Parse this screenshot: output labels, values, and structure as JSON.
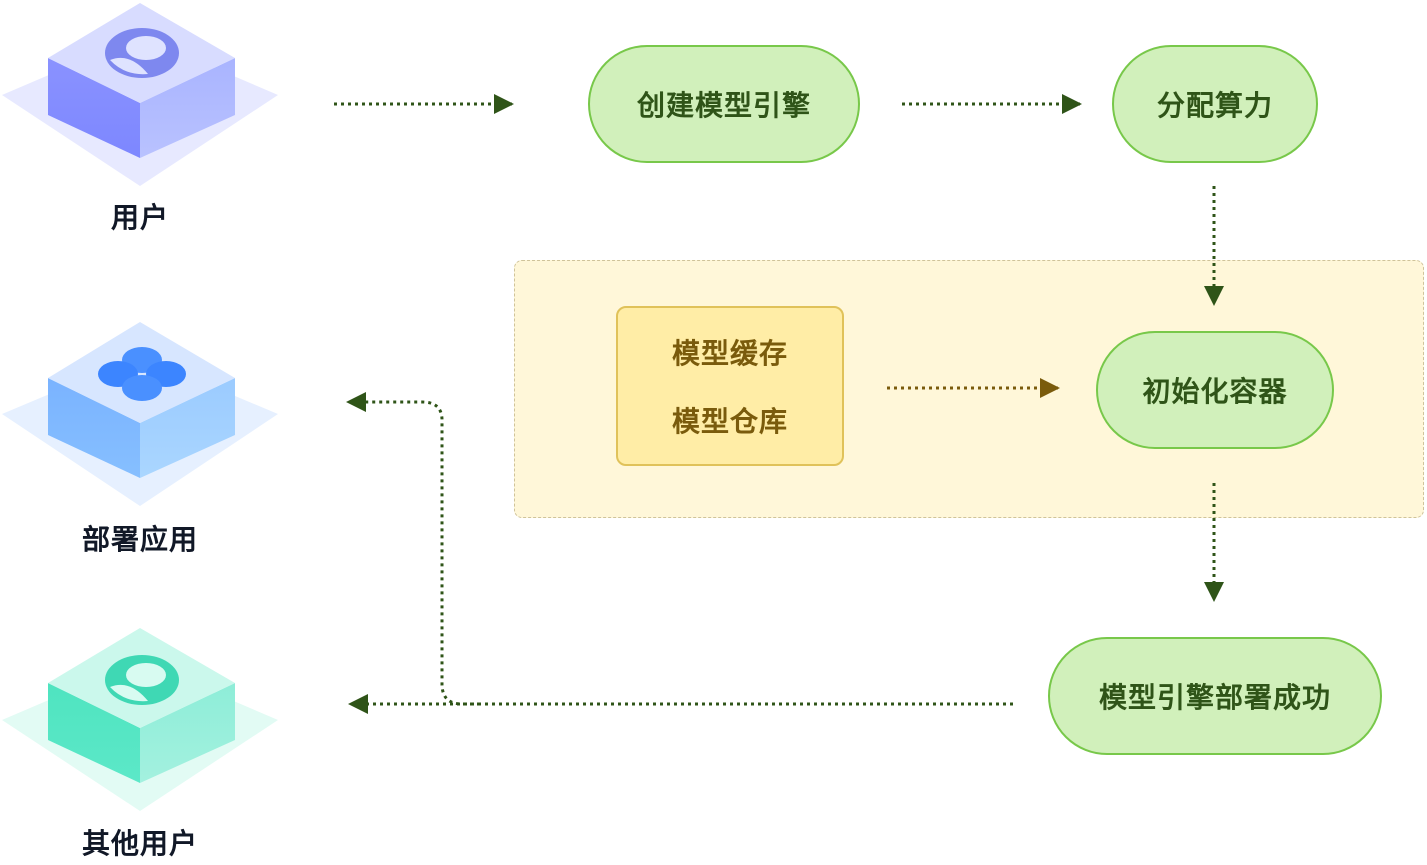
{
  "actors": {
    "user": {
      "label": "用户",
      "icon": "user-cube-icon",
      "color": "#8b93ff"
    },
    "deploy_app": {
      "label": "部署应用",
      "icon": "app-cube-icon",
      "color": "#5a9bff"
    },
    "other_users": {
      "label": "其他用户",
      "icon": "other-user-cube-icon",
      "color": "#3ee0b8"
    }
  },
  "steps": {
    "create_engine": "创建模型引擎",
    "allocate_compute": "分配算力",
    "init_container": "初始化容器",
    "deploy_success": "模型引擎部署成功"
  },
  "cache": {
    "line1": "模型缓存",
    "line2": "模型仓库"
  },
  "colors": {
    "pill_fill": "#d1f0bb",
    "pill_border": "#78c84a",
    "arrow_green": "#2f5418",
    "arrow_brown": "#7a5b0c",
    "zone_fill": "#fff7d9"
  }
}
